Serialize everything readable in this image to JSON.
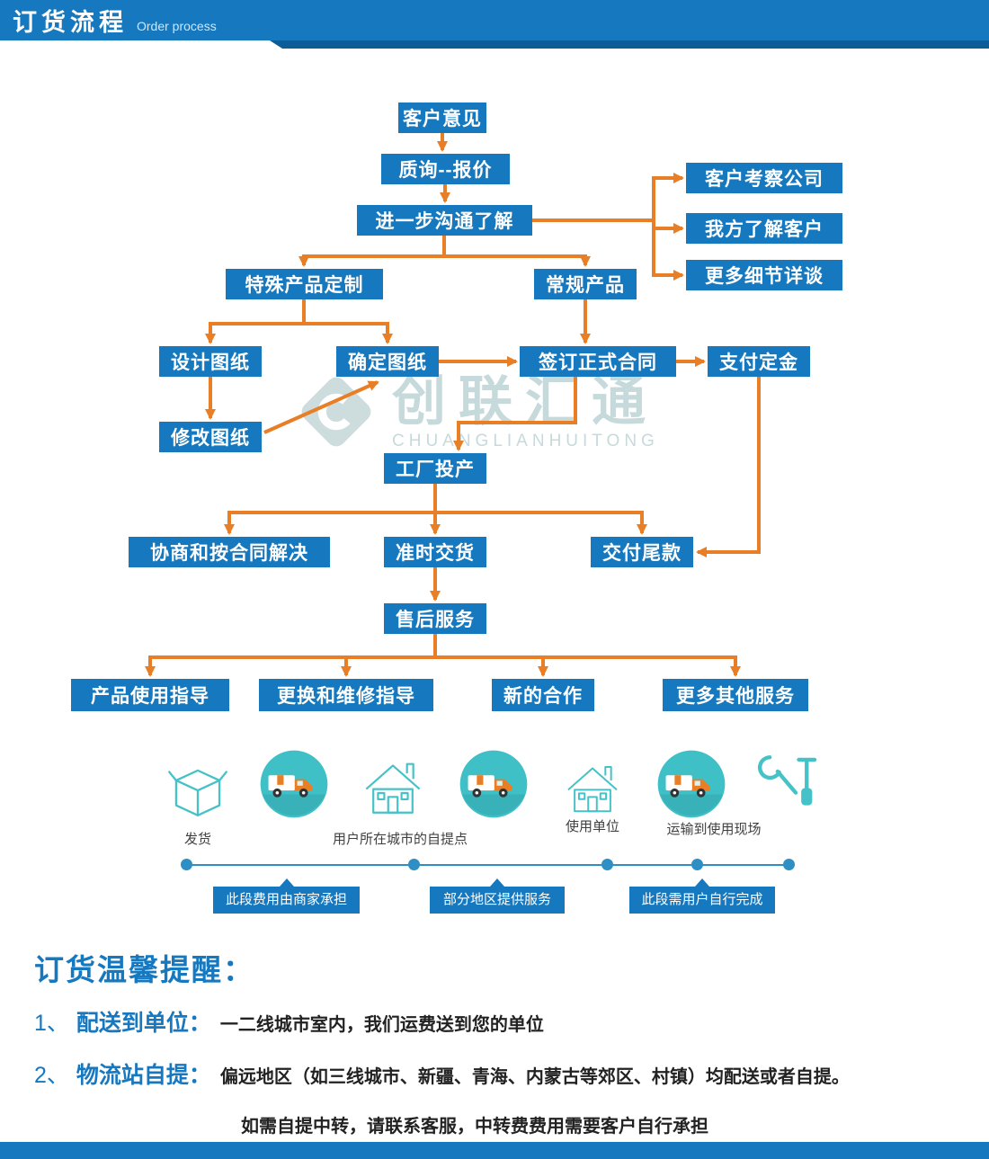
{
  "header": {
    "title": "订货流程",
    "subtitle": "Order process"
  },
  "flow": {
    "customer_feedback": "客户意见",
    "inquiry_quote": "质询--报价",
    "further_comm": "进一步沟通了解",
    "customer_visit": "客户考察公司",
    "we_know_customer": "我方了解客户",
    "more_details": "更多细节详谈",
    "special_custom": "特殊产品定制",
    "regular_product": "常规产品",
    "design_drawing": "设计图纸",
    "confirm_drawing": "确定图纸",
    "sign_contract": "签订正式合同",
    "pay_deposit": "支付定金",
    "modify_drawing": "修改图纸",
    "factory_start": "工厂投产",
    "negotiate_resolve": "协商和按合同解决",
    "on_time_delivery": "准时交货",
    "pay_balance": "交付尾款",
    "after_sales": "售后服务",
    "usage_guide": "产品使用指导",
    "replace_repair_guide": "更换和维修指导",
    "new_cooperation": "新的合作",
    "more_services": "更多其他服务"
  },
  "watermark": {
    "brand": "创联汇通",
    "brand_en": "CHUANGLIANHUITONG"
  },
  "logistics": {
    "labels": {
      "ship": "发货",
      "pickup_point": "用户所在城市的自提点",
      "user_unit": "使用单位",
      "transport_site": "运输到使用现场"
    },
    "tags": [
      "此段费用由商家承担",
      "部分地区提供服务",
      "此段需用户自行完成"
    ]
  },
  "reminder": {
    "title": "订货温馨提醒：",
    "item1_num": "1、",
    "item1_label": "配送到单位：",
    "item1_text": "一二线城市室内，我们运费送到您的单位",
    "item2_num": "2、",
    "item2_label": "物流站自提：",
    "item2_text": "偏远地区（如三线城市、新疆、青海、内蒙古等郊区、村镇）均配送或者自提。",
    "note": "如需自提中转，请联系客服，中转费费用需要客户自行承担"
  },
  "colors": {
    "primary": "#1678be",
    "orange": "#e87e25",
    "teal": "#45c2c8"
  }
}
